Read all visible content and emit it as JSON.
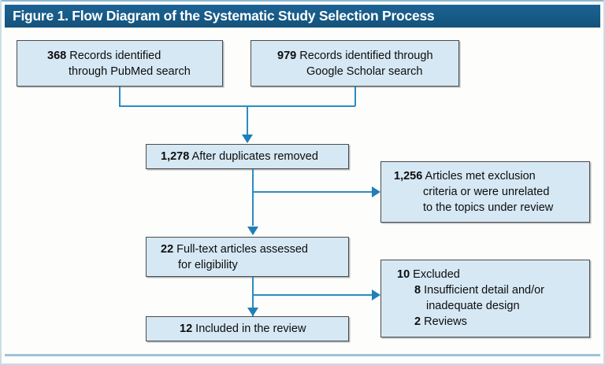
{
  "figure": {
    "title": "Figure 1. Flow Diagram of the Systematic Study Selection Process",
    "title_bar_color": "#175a86",
    "box_fill_color": "#d6e8f4",
    "box_border_color": "#4a4a4a",
    "connector_color": "#2b8cc4",
    "rule_color": "#9cc3d8"
  },
  "boxes": {
    "pubmed": {
      "number": "368",
      "line1": " Records identified",
      "line2": "through PubMed search"
    },
    "scholar": {
      "number": "979",
      "line1": " Records identified through",
      "line2": "Google Scholar search"
    },
    "duplicates": {
      "number": "1,278",
      "line1": " After duplicates removed"
    },
    "excluded_criteria": {
      "number": "1,256",
      "line1": " Articles met exclusion",
      "line2": "criteria or were unrelated",
      "line3": "to the topics under review"
    },
    "fulltext": {
      "number": "22",
      "line1": " Full-text articles assessed",
      "line2": "for eligibility"
    },
    "excluded_detail": {
      "number": "10",
      "line1": " Excluded",
      "sub1_number": "8",
      "sub1_line1": " Insufficient detail and/or",
      "sub1_line2": "inadequate design",
      "sub2_number": "2",
      "sub2_line1": " Reviews"
    },
    "included": {
      "number": "12",
      "line1": " Included in the review"
    }
  }
}
